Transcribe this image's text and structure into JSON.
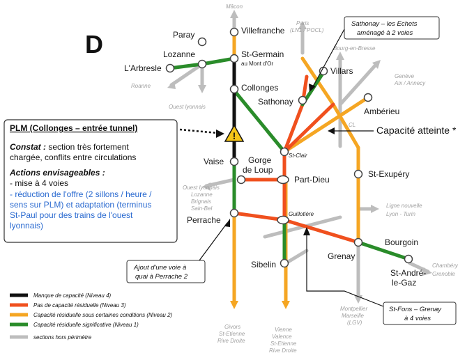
{
  "title": "D",
  "colors": {
    "black": "#111111",
    "red": "#f0501e",
    "orange": "#f5a623",
    "green": "#2a8c2a",
    "grey": "#bdbdbd",
    "blue_text": "#2a6ad0"
  },
  "stations": {
    "villefranche": "Villefranche",
    "paray": "Paray",
    "lozanne": "Lozanne",
    "larbresle": "L'Arbresle",
    "st_germain": "St-Germain",
    "st_germain_sub": "au Mont d'Or",
    "collonges": "Collonges",
    "vaise": "Vaise",
    "gorge_de_loup_1": "Gorge",
    "gorge_de_loup_2": "de Loup",
    "part_dieu": "Part-Dieu",
    "perrache": "Perrache",
    "st_clair": "St-Clair",
    "guillotiere": "Guillotière",
    "sibelin": "Sibelin",
    "grenay": "Grenay",
    "bourgoin": "Bourgoin",
    "st_andre_1": "St-André-",
    "st_andre_2": "le-Gaz",
    "st_exupery": "St-Exupéry",
    "amberieu": "Ambérieu",
    "sathonay": "Sathonay",
    "villars": "Villars"
  },
  "directions": {
    "macon": "Mâcon",
    "roanne": "Roanne",
    "ouest_lyonnais": "Ouest lyonnais",
    "paris_1": "Paris",
    "paris_2": "(LN1 / POCL)",
    "bourg": "Bourg-en-Bresse",
    "geneve_1": "Genève",
    "geneve_2": "Aix / Annecy",
    "cl": "CL",
    "ouest_lyonnais_list": [
      "Ouest lyonnais",
      "Lozanne",
      "Brignais",
      "Sain-Bel"
    ],
    "ligne_nouvelle_1": "Ligne nouvelle",
    "ligne_nouvelle_2": "Lyon - Turin",
    "chambery_1": "Chambéry",
    "chambery_2": "Grenoble",
    "montpellier": [
      "Montpellier",
      "Marseille",
      "(LGV)"
    ],
    "vienne": [
      "Vienne",
      "Valence",
      "St-Etienne",
      "Rive Droite"
    ],
    "givors": [
      "Givors",
      "St-Etienne",
      "Rive Droite"
    ]
  },
  "callouts": {
    "sathonay_1": "Sathonay – les Echets",
    "sathonay_2": "aménagé à 2 voies",
    "capacite": "Capacité atteinte *",
    "perrache_1": "Ajout d'une voie à",
    "perrache_2": "quai à Perrache 2",
    "stfons_1": "St-Fons – Grenay",
    "stfons_2": "à 4 voies"
  },
  "plm_box": {
    "title": "PLM (Collonges – entrée tunnel)",
    "constat_label": "Constat :",
    "constat_1": " section très fortement",
    "constat_2": "chargée, conflits entre circulations",
    "actions": "Actions envisageables :",
    "item_1": "- mise à 4 voies",
    "blue_1": "- réduction de l'offre (2 sillons / heure /",
    "blue_2": "sens sur PLM) et adaptation (terminus",
    "blue_3": "St-Paul pour des trains de l'ouest",
    "blue_4": "lyonnais)"
  },
  "legend": [
    {
      "label": "Manque de capacité (Niveau 4)",
      "color": "#111111"
    },
    {
      "label": "Pas de capacité résiduelle (Niveau 3)",
      "color": "#f0501e"
    },
    {
      "label": "Capacité résiduelle sous certaines conditions (Niveau 2)",
      "color": "#f5a623"
    },
    {
      "label": "Capacité résiduelle significative (Niveau 1)",
      "color": "#2a8c2a"
    },
    {
      "label": "sections hors périmètre",
      "color": "#bdbdbd"
    }
  ]
}
